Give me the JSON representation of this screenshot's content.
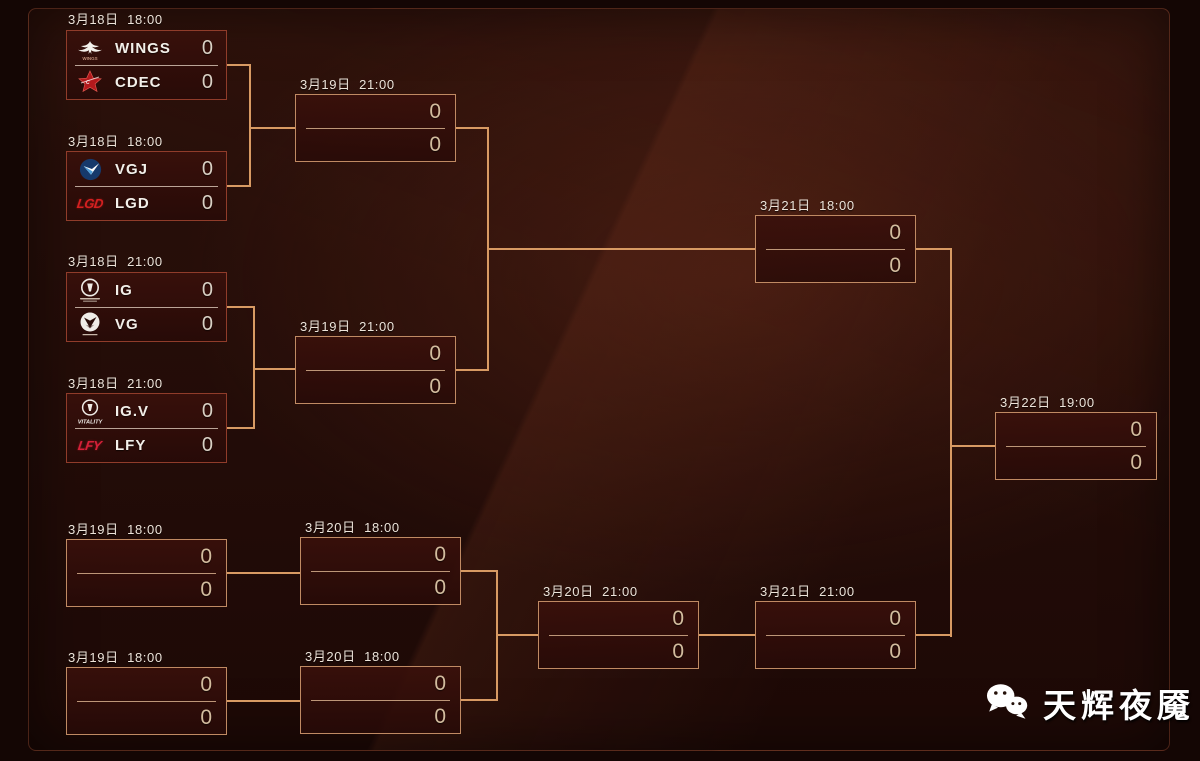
{
  "bracket": {
    "ub_r1": [
      {
        "date": "3月18日  18:00",
        "t1": {
          "name": "WINGS",
          "score": "0",
          "icon": "wings-bird-logo-icon"
        },
        "t2": {
          "name": "CDEC",
          "score": "0",
          "icon": "cdec-star-logo-icon"
        }
      },
      {
        "date": "3月18日  18:00",
        "t1": {
          "name": "VGJ",
          "score": "0",
          "icon": "vgj-shield-logo-icon"
        },
        "t2": {
          "name": "LGD",
          "score": "0",
          "icon": "lgd-wordmark-logo-icon"
        }
      },
      {
        "date": "3月18日  21:00",
        "t1": {
          "name": "IG",
          "score": "0",
          "icon": "ig-circle-logo-icon"
        },
        "t2": {
          "name": "VG",
          "score": "0",
          "icon": "vg-circle-logo-icon"
        }
      },
      {
        "date": "3月18日  21:00",
        "t1": {
          "name": "IG.V",
          "score": "0",
          "icon": "igv-vitality-logo-icon"
        },
        "t2": {
          "name": "LFY",
          "score": "0",
          "icon": "lfy-wordmark-logo-icon"
        }
      }
    ],
    "ub_r2": [
      {
        "date": "3月19日  21:00",
        "s1": "0",
        "s2": "0"
      },
      {
        "date": "3月19日  21:00",
        "s1": "0",
        "s2": "0"
      }
    ],
    "ub_final": {
      "date": "3月21日  18:00",
      "s1": "0",
      "s2": "0"
    },
    "grand_final": {
      "date": "3月22日  19:00",
      "s1": "0",
      "s2": "0"
    },
    "lb_r1": [
      {
        "date": "3月19日  18:00",
        "s1": "0",
        "s2": "0"
      },
      {
        "date": "3月19日  18:00",
        "s1": "0",
        "s2": "0"
      }
    ],
    "lb_r2": [
      {
        "date": "3月20日  18:00",
        "s1": "0",
        "s2": "0"
      },
      {
        "date": "3月20日  18:00",
        "s1": "0",
        "s2": "0"
      }
    ],
    "lb_r3": {
      "date": "3月20日  21:00",
      "s1": "0",
      "s2": "0"
    },
    "lb_final": {
      "date": "3月21日  21:00",
      "s1": "0",
      "s2": "0"
    }
  },
  "watermark": {
    "label": "天辉夜魇",
    "icon": "wechat-icon"
  },
  "colors": {
    "connector": "#d89a63",
    "team_box_border": "#903c2a",
    "empty_box_border": "#c08a63",
    "background": "#1d0906",
    "score_text": "#d3bc9e",
    "lgd_red": "#d42020",
    "lfy_red": "#d42038",
    "vgj_blue": "#16396b",
    "cdec_red": "#b3191c"
  }
}
